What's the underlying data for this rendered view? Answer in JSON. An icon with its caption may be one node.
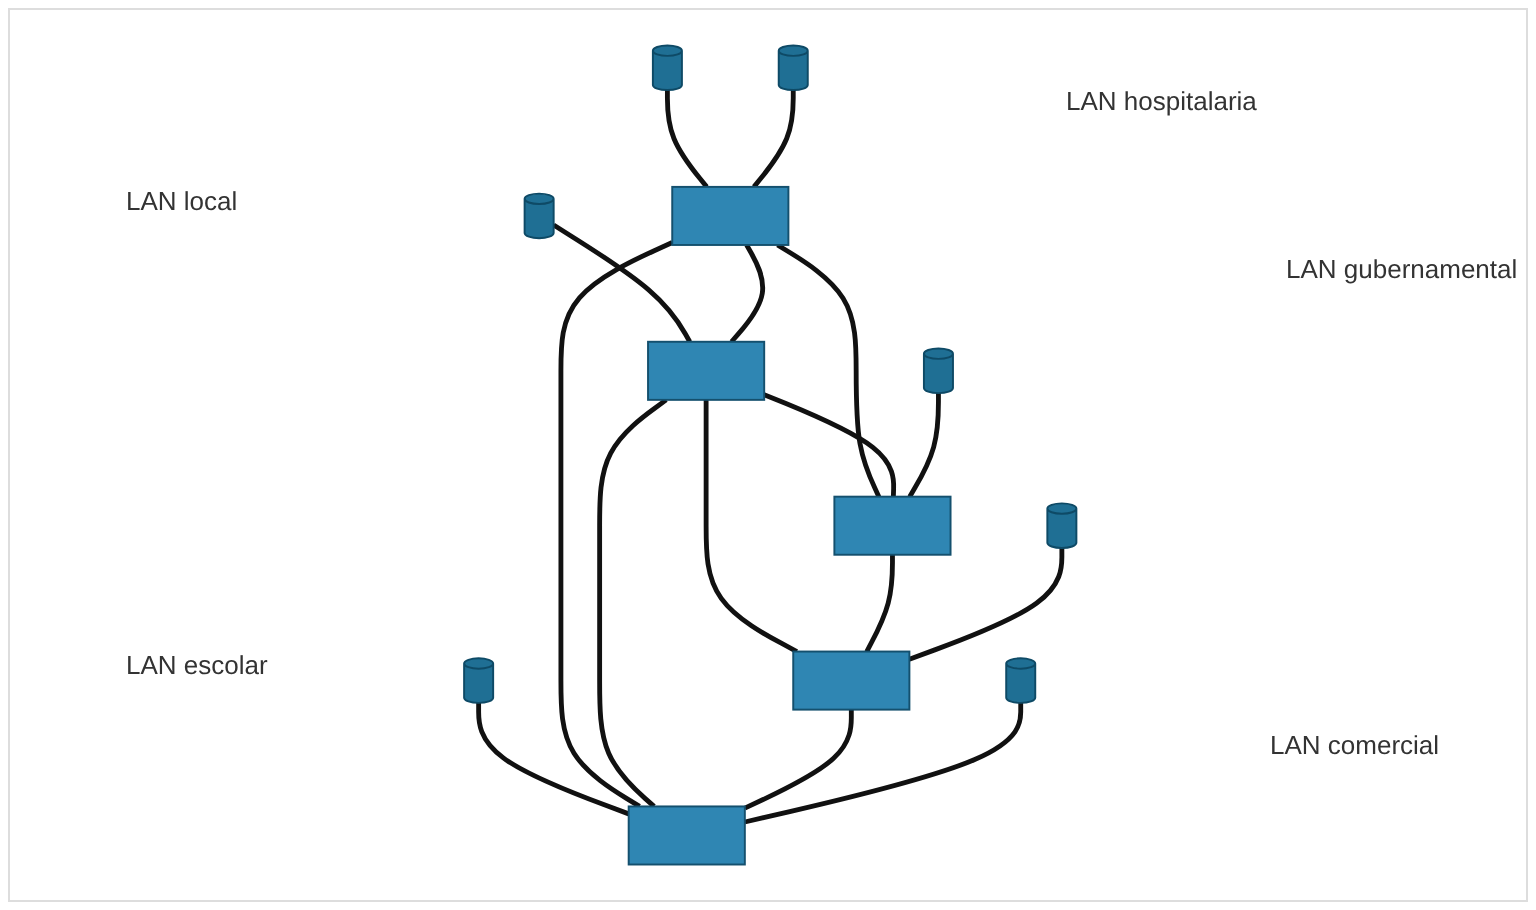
{
  "diagram": {
    "nodes": [
      {
        "text": [],
        "shape": "cylinder"
      },
      {
        "text": [],
        "shape": "cylinder"
      },
      {
        "text": [],
        "shape": "cylinder"
      },
      {
        "text": [],
        "shape": "cylinder"
      },
      {
        "text": [],
        "shape": "box"
      },
      {
        "text": [],
        "shape": "box"
      },
      {
        "text": [],
        "shape": "box"
      },
      {
        "text": [],
        "shape": "box"
      },
      {
        "text": [],
        "shape": "box"
      },
      {
        "text": [],
        "shape": "cylinder"
      },
      {
        "text": [],
        "shape": "cylinder"
      },
      {
        "text": [],
        "shape": "cylinder"
      }
    ],
    "edges": [
      {
        "from": 2,
        "to": 4,
        "arrow": "none"
      },
      {
        "from": 0,
        "to": 4,
        "arrow": "none"
      },
      {
        "from": 1,
        "to": 5,
        "arrow": "none"
      },
      {
        "from": 3,
        "to": 6,
        "arrow": "none"
      },
      {
        "from": 4,
        "to": 5,
        "arrow": "none"
      },
      {
        "from": 4,
        "to": 7,
        "arrow": "none"
      },
      {
        "from": 4,
        "to": 6,
        "arrow": "none"
      },
      {
        "from": 5,
        "to": 7,
        "arrow": "none"
      },
      {
        "from": 5,
        "to": 8,
        "arrow": "none"
      },
      {
        "from": 5,
        "to": 6,
        "arrow": "none"
      },
      {
        "from": 7,
        "to": 8,
        "arrow": "none"
      },
      {
        "from": 8,
        "to": 6,
        "arrow": "none"
      },
      {
        "from": 9,
        "to": 7,
        "arrow": "none"
      },
      {
        "from": 10,
        "to": 8,
        "arrow": "none"
      },
      {
        "from": 11,
        "to": 6,
        "arrow": "none"
      }
    ],
    "labels": [
      "LAN hospitalaria",
      "LAN local",
      "LAN gubernamental",
      "LAN escolar",
      "LAN comercial"
    ]
  }
}
